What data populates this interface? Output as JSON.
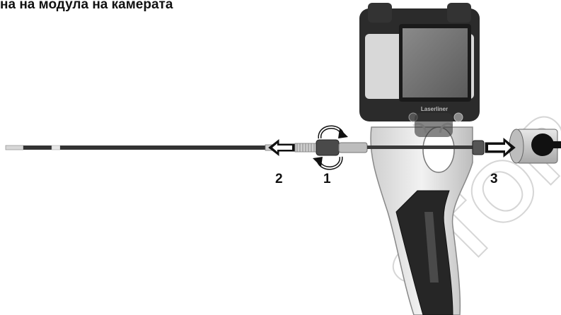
{
  "header": {
    "title": "на на модула на камерата"
  },
  "callouts": {
    "one": "1",
    "two": "2",
    "three": "3"
  },
  "device": {
    "brand": "Laserliner"
  },
  "watermark": {
    "text": "STOP"
  },
  "colors": {
    "body_dark": "#2b2b2b",
    "body_light": "#dcdcdc",
    "screen": "#6e6e6e",
    "arrow_white": "#ffffff",
    "watermark": "#ececec"
  },
  "icons": {
    "rotate": "rotate-arrows-icon",
    "arrow_left": "arrow-left-icon",
    "arrow_right": "arrow-right-icon"
  }
}
